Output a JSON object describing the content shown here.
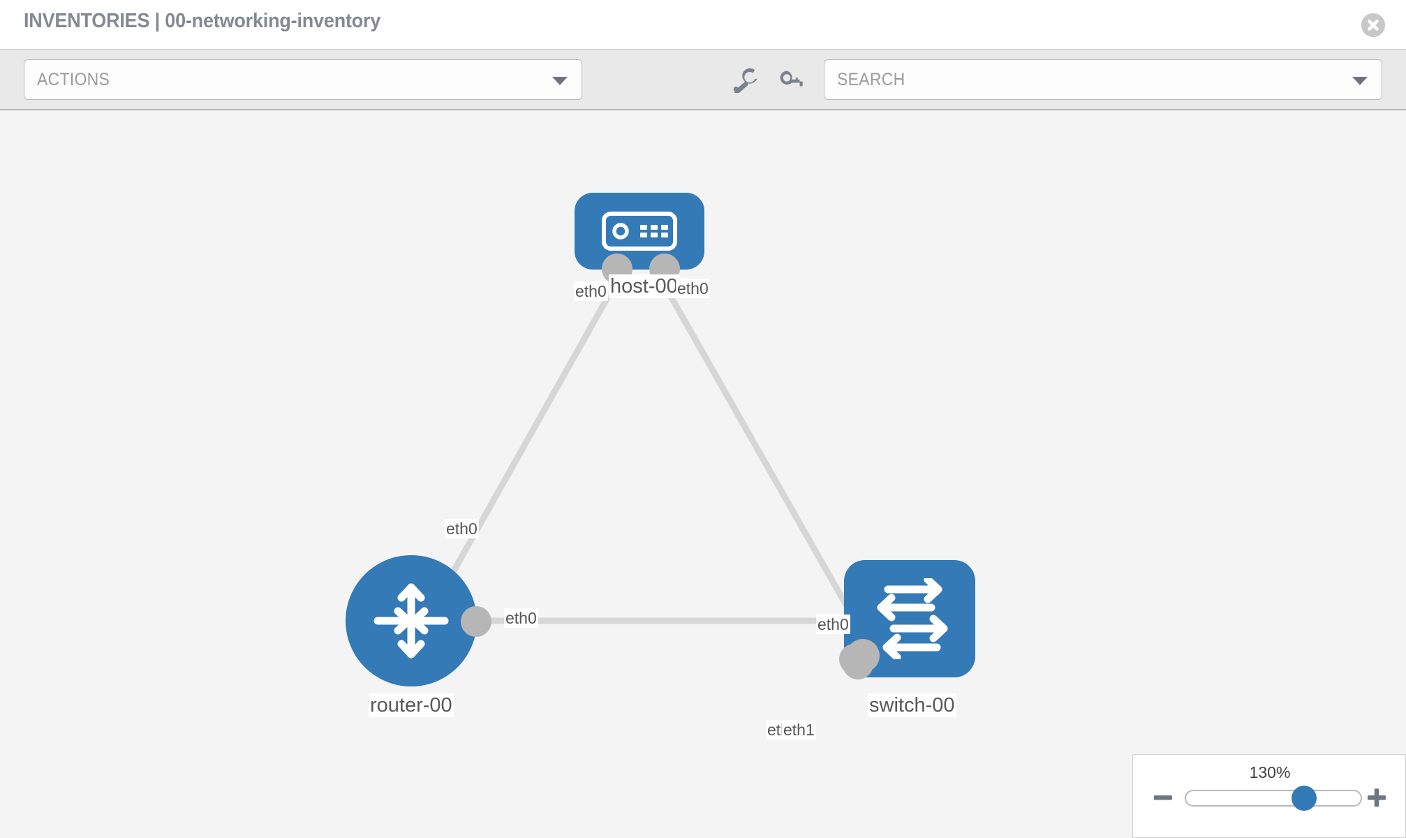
{
  "header": {
    "title": "INVENTORIES | 00-networking-inventory",
    "close_icon": "close-circle-icon"
  },
  "toolbar": {
    "actions_label": "ACTIONS",
    "actions_caret_icon": "chevron-down-icon",
    "wrench_icon": "wrench-icon",
    "key_icon": "key-icon",
    "search_placeholder": "SEARCH",
    "search_value": "",
    "search_caret_icon": "chevron-down-icon"
  },
  "topology": {
    "nodes": [
      {
        "id": "host-00",
        "label": "host-00",
        "type": "host",
        "icon": "server-appliance-icon",
        "color": "#337ab7"
      },
      {
        "id": "router-00",
        "label": "router-00",
        "type": "router",
        "icon": "router-four-arrows-icon",
        "color": "#337ab7"
      },
      {
        "id": "switch-00",
        "label": "switch-00",
        "type": "switch",
        "icon": "switch-arrows-icon",
        "color": "#337ab7"
      }
    ],
    "links": [
      {
        "from": "host-00",
        "to": "router-00",
        "from_port": "eth0",
        "to_port": "eth0"
      },
      {
        "from": "host-00",
        "to": "switch-00",
        "from_port": "eth0",
        "to_port": "eth0"
      },
      {
        "from": "router-00",
        "to": "switch-00",
        "from_port": "eth0",
        "to_port": "eth1"
      }
    ],
    "port_labels": {
      "host_left": "eth0",
      "host_right": "eth0",
      "router_upper": "eth0",
      "switch_upper": "eth0",
      "router_right": "eth0",
      "switch_left_hidden": "eth0",
      "switch_left": "eth1"
    },
    "link_color": "#d6d6d6",
    "port_color": "#b6b6b6"
  },
  "zoom": {
    "value_label": "130%",
    "minus_icon": "minus-icon",
    "plus_icon": "plus-icon",
    "slider_percent": 130
  }
}
